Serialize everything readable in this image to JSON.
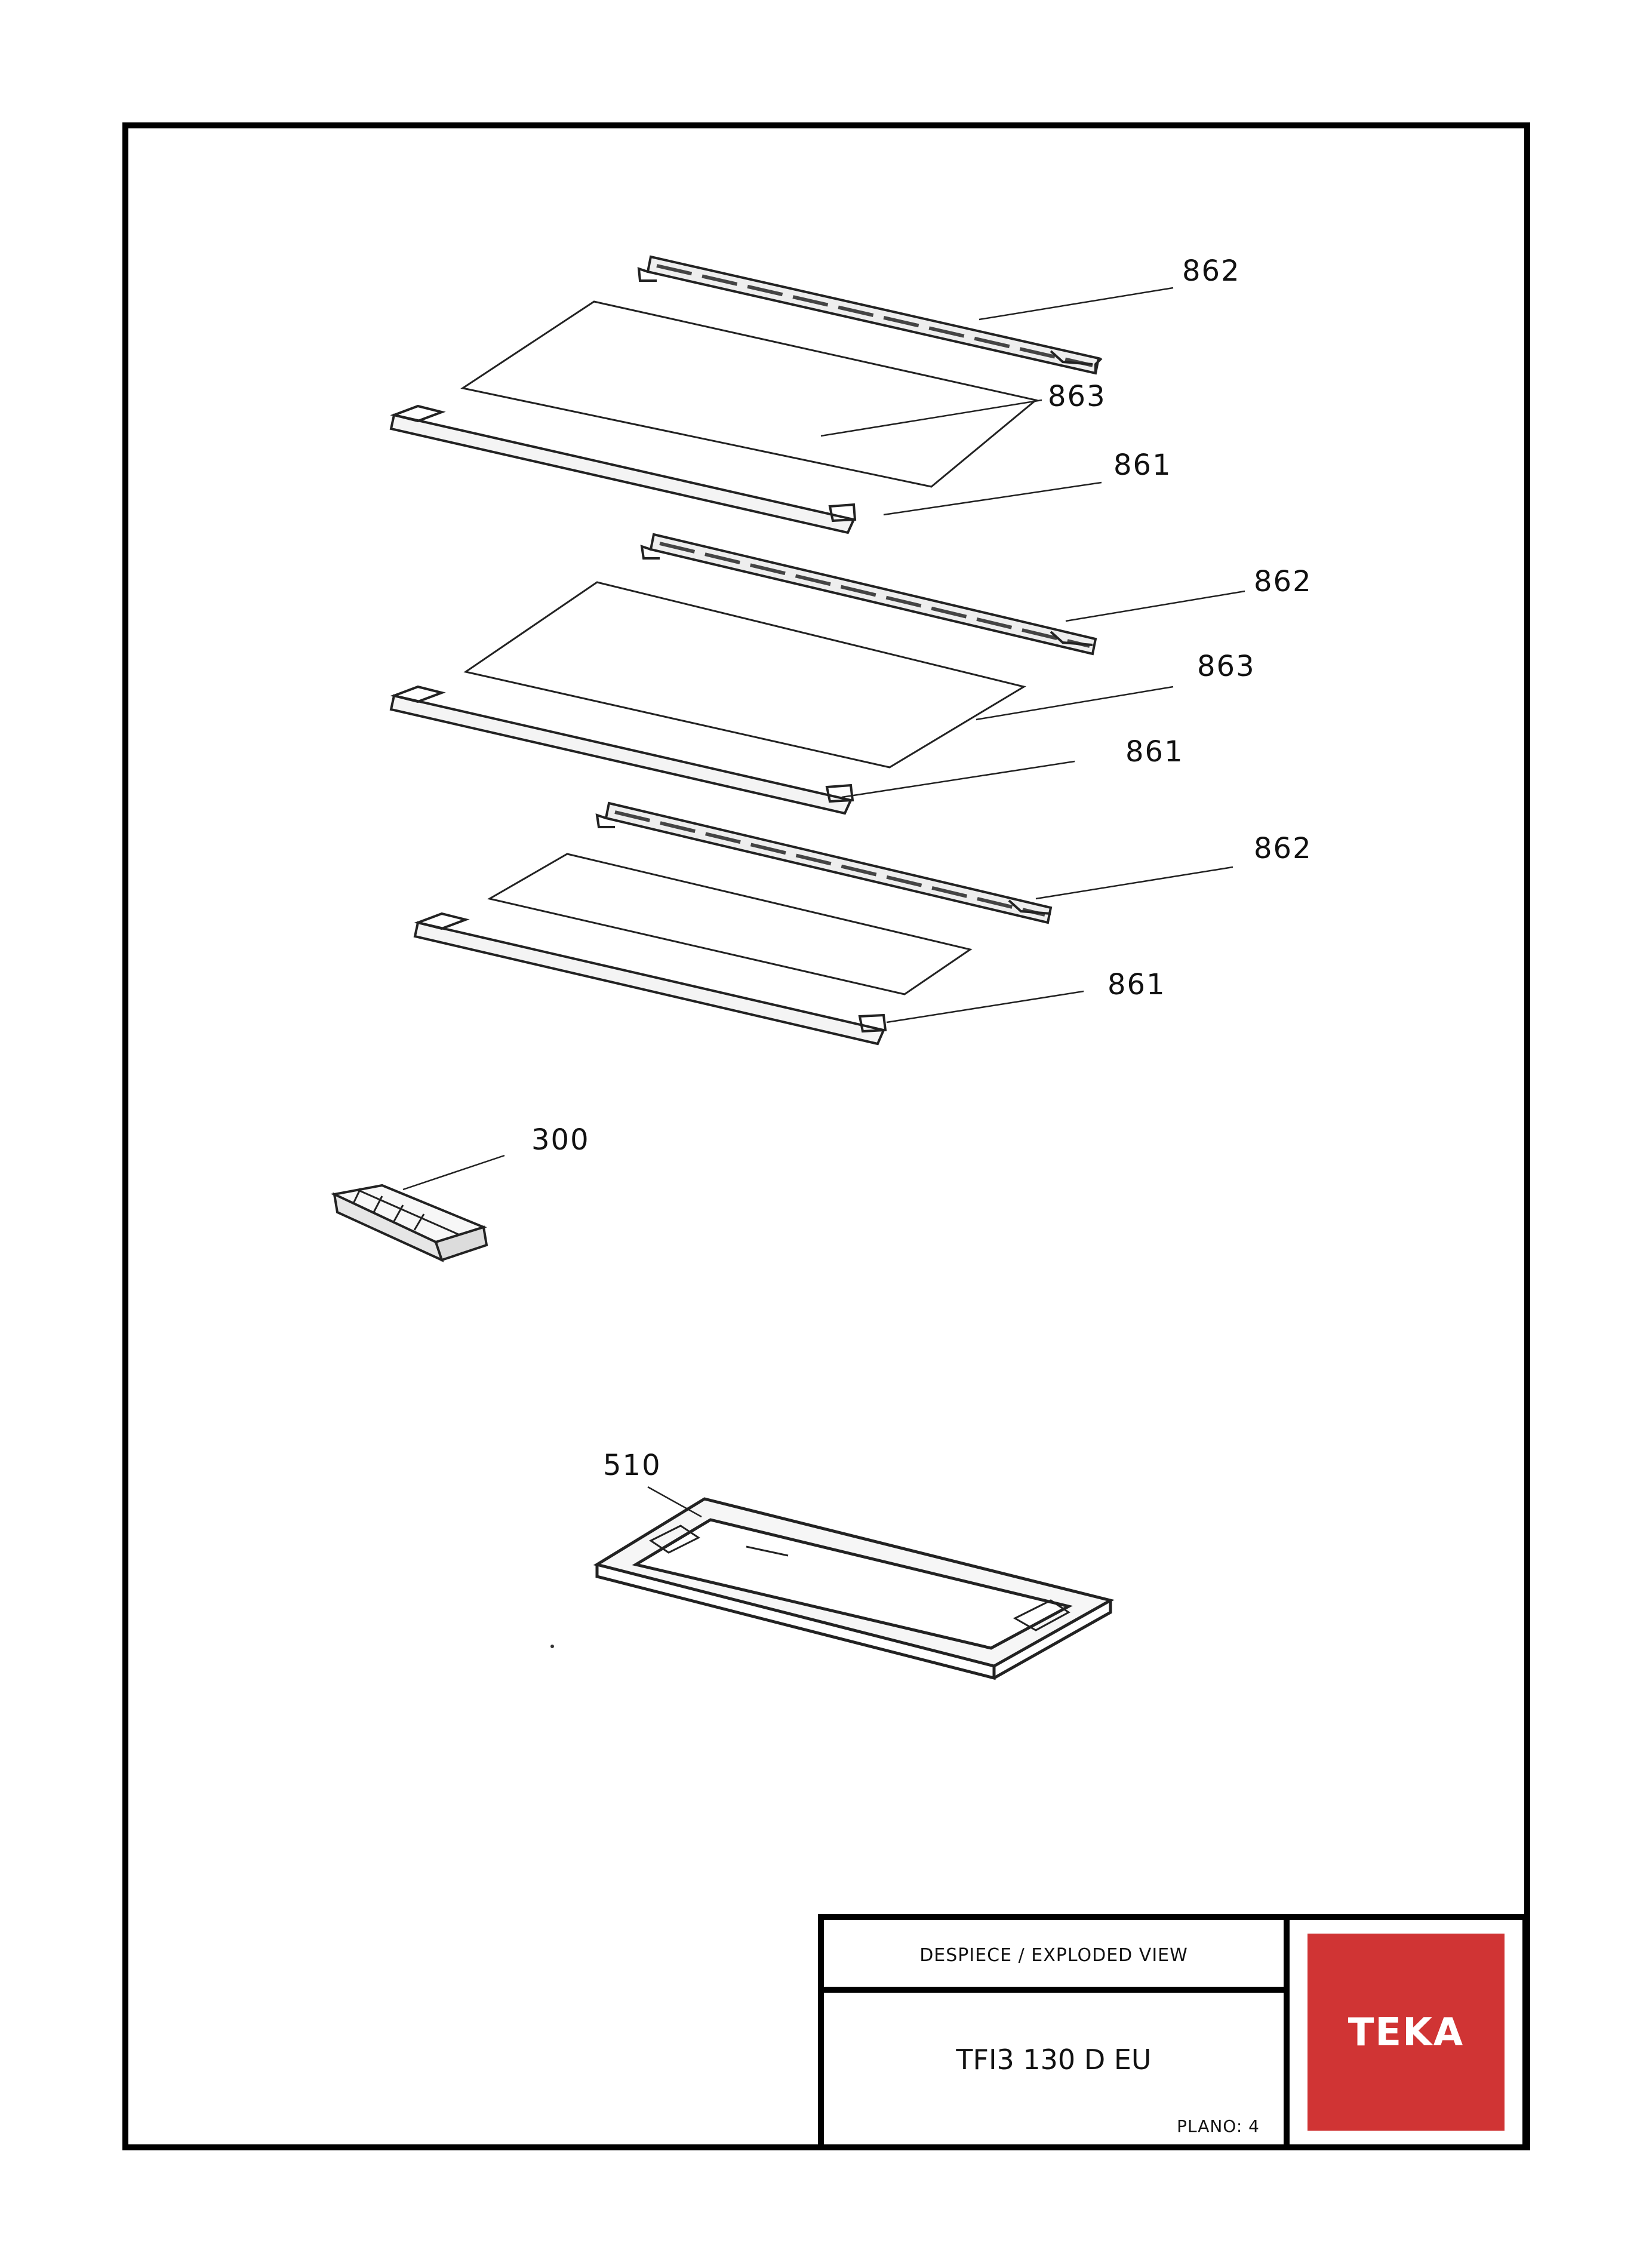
{
  "diagram": {
    "parts": [
      {
        "label": "862"
      },
      {
        "label": "863"
      },
      {
        "label": "861"
      },
      {
        "label": "862"
      },
      {
        "label": "863"
      },
      {
        "label": "861"
      },
      {
        "label": "862"
      },
      {
        "label": "861"
      },
      {
        "label": "300"
      },
      {
        "label": "510"
      }
    ]
  },
  "title_block": {
    "heading": "DESPIECE / EXPLODED VIEW",
    "model": "TFI3 130 D EU",
    "plano": "PLANO: 4",
    "brand": "TEKA",
    "brand_color": "#d03434"
  }
}
